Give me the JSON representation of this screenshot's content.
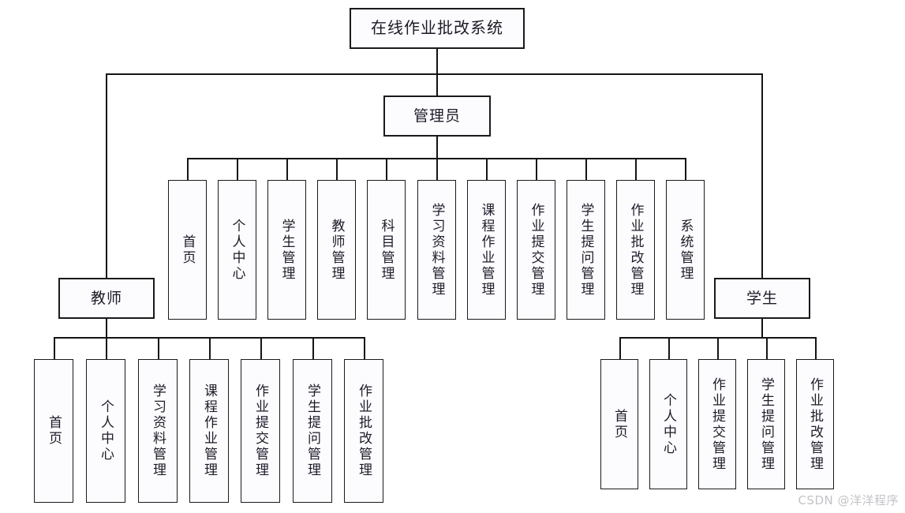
{
  "diagram": {
    "type": "tree",
    "title": "在线作业批改系统",
    "watermark": "CSDN @洋洋程序",
    "colors": {
      "background": "#ffffff",
      "node_fill": "#fcfcff",
      "node_border": "#1a1a1a",
      "connector": "#111111",
      "text": "#1c1c28",
      "watermark": "#c3c3c8"
    },
    "root": {
      "label": "在线作业批改系统"
    },
    "roles": [
      {
        "key": "admin",
        "label": "管理员"
      },
      {
        "key": "teacher",
        "label": "教师"
      },
      {
        "key": "student",
        "label": "学生"
      }
    ],
    "admin": {
      "label": "管理员",
      "children": [
        {
          "label": "首页"
        },
        {
          "label": "个人中心"
        },
        {
          "label": "学生管理"
        },
        {
          "label": "教师管理"
        },
        {
          "label": "科目管理"
        },
        {
          "label": "学习资料管理"
        },
        {
          "label": "课程作业管理"
        },
        {
          "label": "作业提交管理"
        },
        {
          "label": "学生提问管理"
        },
        {
          "label": "作业批改管理"
        },
        {
          "label": "系统管理"
        }
      ]
    },
    "teacher": {
      "label": "教师",
      "children": [
        {
          "label": "首页"
        },
        {
          "label": "个人中心"
        },
        {
          "label": "学习资料管理"
        },
        {
          "label": "课程作业管理"
        },
        {
          "label": "作业提交管理"
        },
        {
          "label": "学生提问管理"
        },
        {
          "label": "作业批改管理"
        }
      ]
    },
    "student": {
      "label": "学生",
      "children": [
        {
          "label": "首页"
        },
        {
          "label": "个人中心"
        },
        {
          "label": "作业提交管理"
        },
        {
          "label": "学生提问管理"
        },
        {
          "label": "作业批改管理"
        }
      ]
    }
  }
}
